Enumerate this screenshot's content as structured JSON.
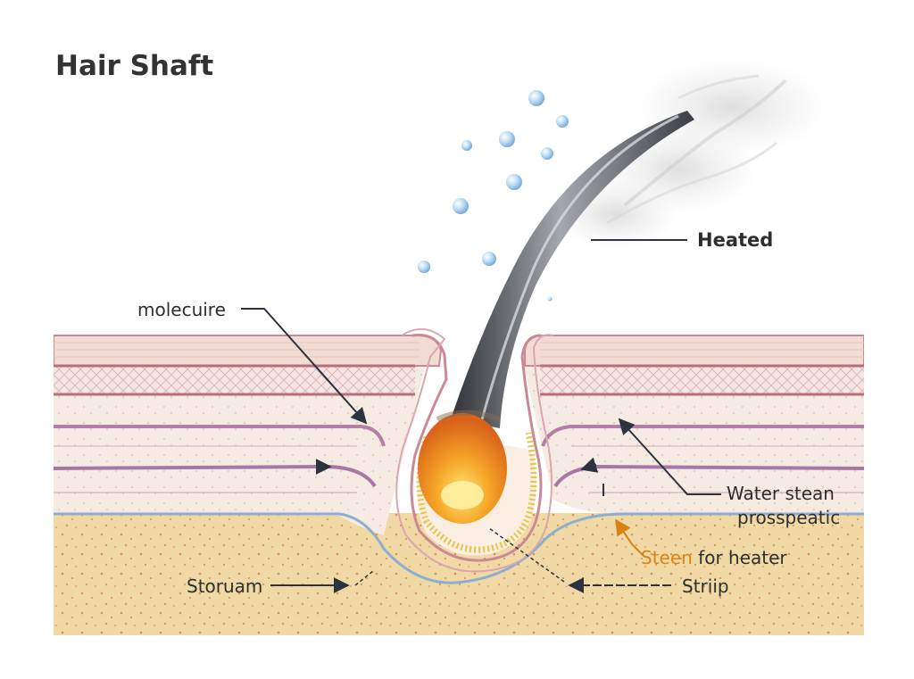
{
  "title": "Hair Shaft",
  "labels": {
    "heated": "Heated",
    "molecule": "molecuire",
    "water_line1": "Water stean",
    "water_line2": "prosspeatic",
    "steen_part1": "Steen",
    "steen_part2": " for heater",
    "storuam": "Storuam",
    "striip": "Striip"
  },
  "colors": {
    "title": "#333333",
    "label": "#2e2e2e",
    "orange_label": "#d98312",
    "skin_top": "#f6e7df",
    "tissue_band": "#c98a96",
    "fat_layer": "#f2d9a4",
    "hair_shaft": "#5a5d62",
    "bulb": "#f08a1c",
    "water_drop": "#a8cdec"
  }
}
